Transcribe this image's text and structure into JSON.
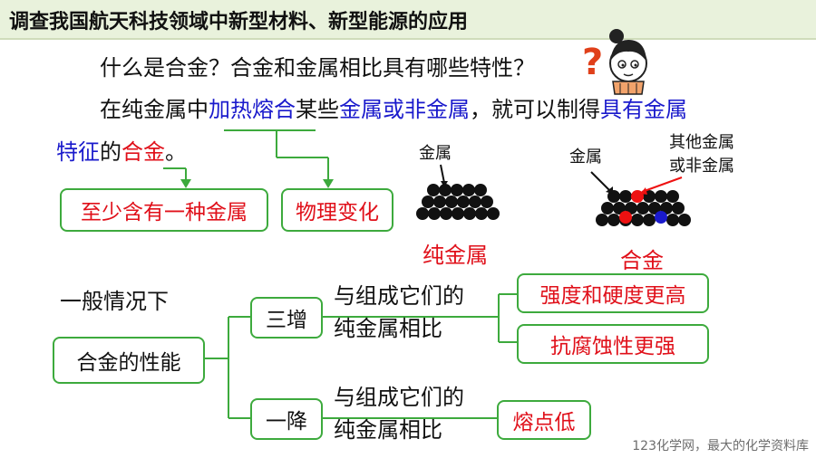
{
  "header": {
    "title": "调查我国航天科技领域中新型材料、新型能源的应用"
  },
  "intro": {
    "question": "什么是合金？合金和金属相比具有哪些特性？",
    "def_part1": "在纯金属中",
    "def_part2": "加热熔合",
    "def_part3": "某些",
    "def_part4": "金属或非金属",
    "def_part5": "，就可以制得",
    "def_part6": "具有金属",
    "def_line2_part1": "特征",
    "def_line2_part2": "的",
    "def_line2_part3": "合金",
    "def_line2_part4": "。"
  },
  "boxes": {
    "at_least_one_metal": "至少含有一种金属",
    "physical_change": "物理变化"
  },
  "lattice": {
    "pure_label": "金属",
    "pure_caption": "纯金属",
    "alloy_label": "金属",
    "alloy_other_label_line1": "其他金属",
    "alloy_other_label_line2": "或非金属",
    "alloy_caption": "合金",
    "colors": {
      "metal": "#111111",
      "red_atom": "#ee1111",
      "blue_atom": "#1a1acc"
    }
  },
  "properties": {
    "general": "一般情况下",
    "root": "合金的性能",
    "three_increase": "三增",
    "one_decrease": "一降",
    "compare_line1": "与组成它们的",
    "compare_line2": "纯金属相比",
    "compare2_line1": "与组成它们的",
    "compare2_line2": "纯金属相比",
    "strength": "强度和硬度更高",
    "corrosion": "抗腐蚀性更强",
    "melting": "熔点低"
  },
  "footer": {
    "watermark": "123化学网，最大的化学资料库"
  },
  "theme": {
    "green": "#3daa3d",
    "blue": "#1a1acc",
    "red": "#e0101a",
    "header_bg": "#e9f2dc"
  }
}
